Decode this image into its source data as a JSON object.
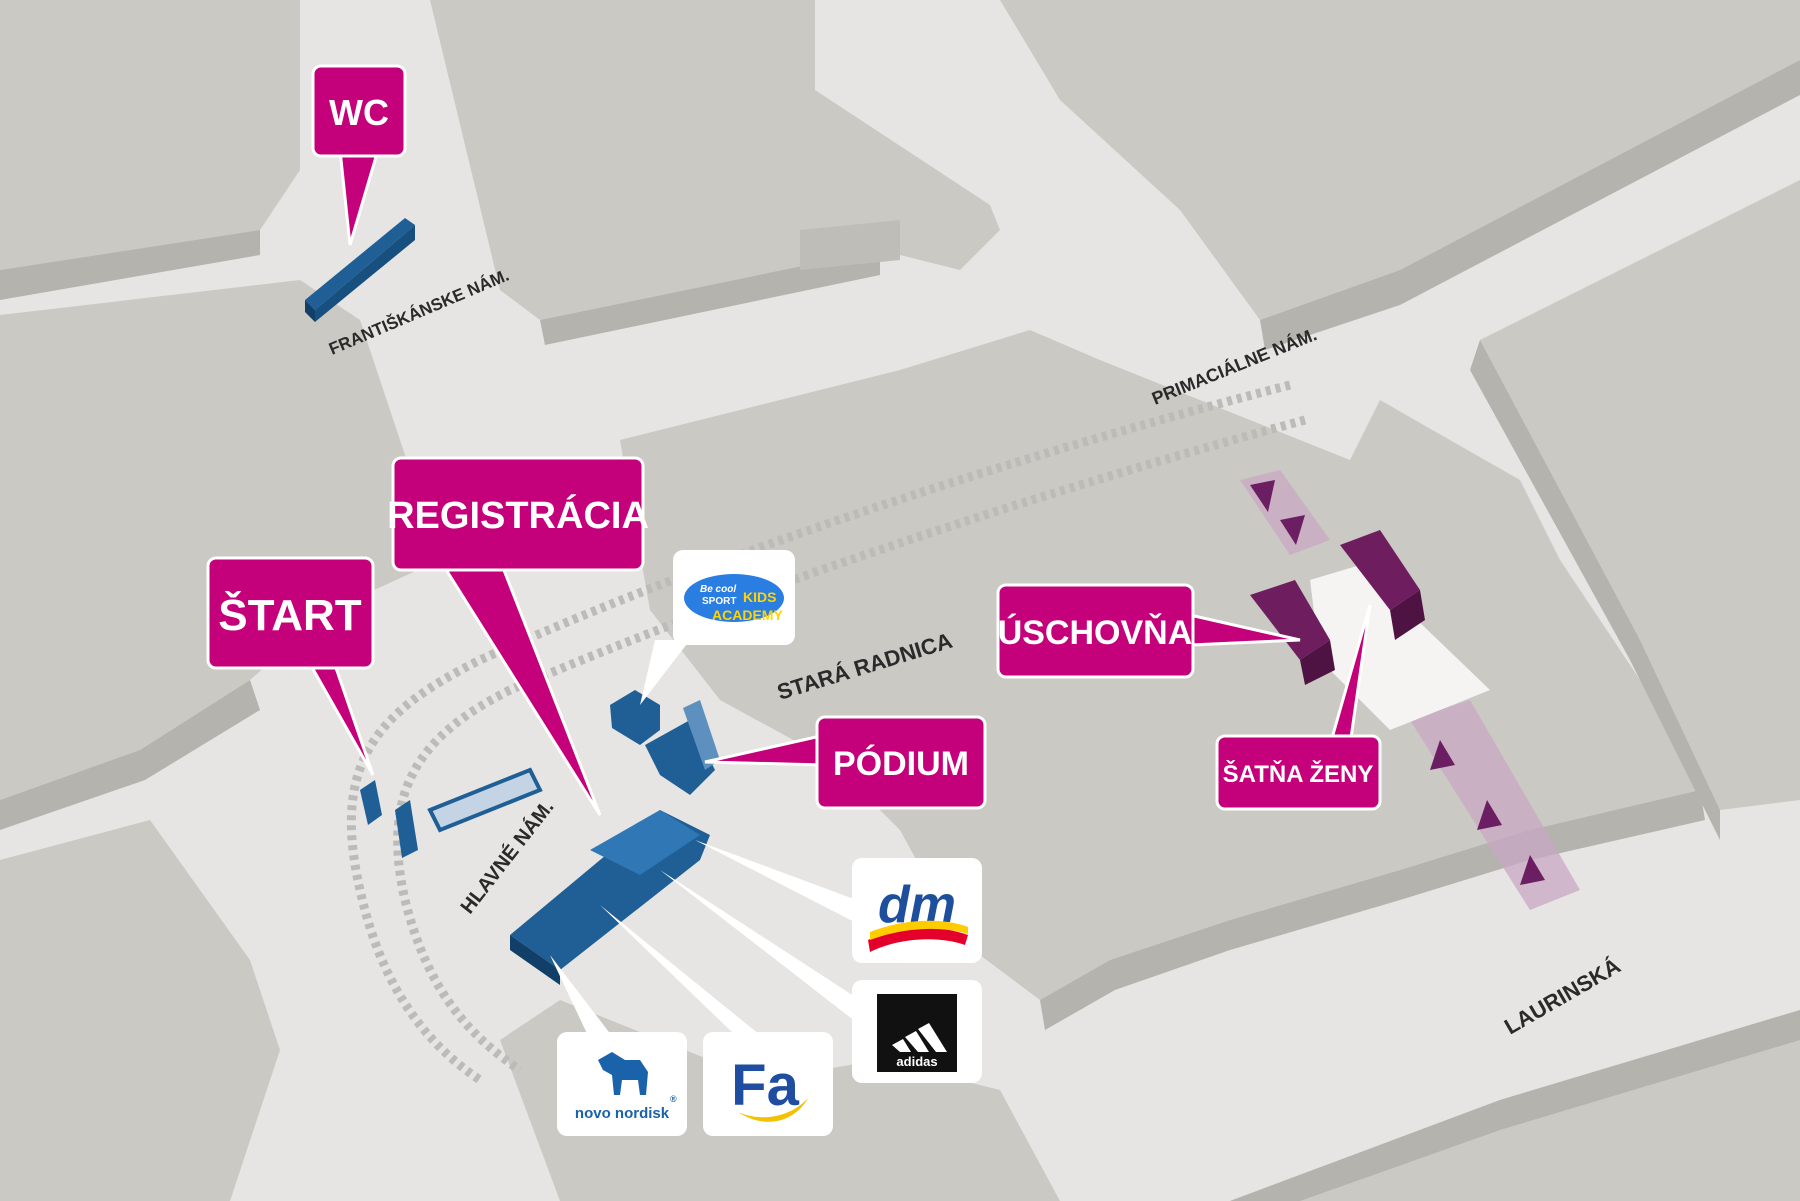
{
  "colors": {
    "ground": "#e6e5e3",
    "building_top": "#cbc9c4",
    "building_side": "#b5b3ae",
    "tram_track": "#bdbbb7",
    "tent_blue": "#1f5f96",
    "tent_blue_dark": "#123f68",
    "callout": "#c5007b",
    "wardrobe": "#6e1e5e",
    "wardrobe_dark": "#4f1343",
    "route": "#c9a7c3",
    "route_arrow": "#6b1e62"
  },
  "streets": {
    "frantiskanske": "FRANTIŠKÁNSKE NÁM.",
    "primacialne": "PRIMACIÁLNE NÁM.",
    "stara_radnica": "STARÁ RADNICA",
    "hlavne": "HLAVNÉ NÁM.",
    "laurinska": "LAURINSKÁ"
  },
  "callouts": {
    "wc": "WC",
    "registracia": "REGISTRÁCIA",
    "start": "ŠTART",
    "podium": "PÓDIUM",
    "uschovna": "ÚSCHOVŇA",
    "satna_zeny": "ŠATŇA ŽENY"
  },
  "sponsors": {
    "kids_academy": {
      "line1": "Be cool",
      "line2": "SPORT",
      "line3": "KIDS",
      "line4": "ACADEMY"
    },
    "dm": {
      "text": "dm"
    },
    "adidas": {
      "text": "adidas"
    },
    "fa": {
      "text": "Fa"
    },
    "novo_nordisk": {
      "text": "novo nordisk",
      "mark": "®"
    }
  }
}
